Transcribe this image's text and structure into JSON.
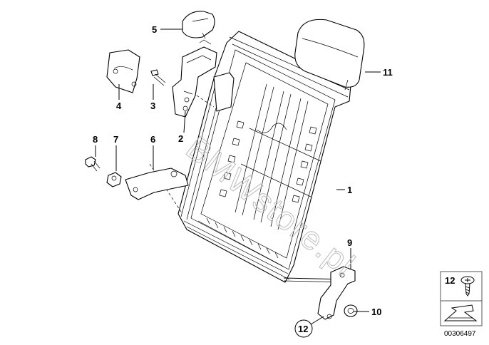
{
  "labels": {
    "l1": "1",
    "l2": "2",
    "l3": "3",
    "l4": "4",
    "l5": "5",
    "l6": "6",
    "l7": "7",
    "l8": "8",
    "l9": "9",
    "l10": "10",
    "l11": "11",
    "l12": "12"
  },
  "legend": {
    "item_number": "12"
  },
  "watermark": "BMWstore.pl",
  "doc_number": "00306497",
  "icons": {
    "legend_screw": "torx-screw-icon",
    "legend_arrow": "direction-arrow-icon"
  }
}
